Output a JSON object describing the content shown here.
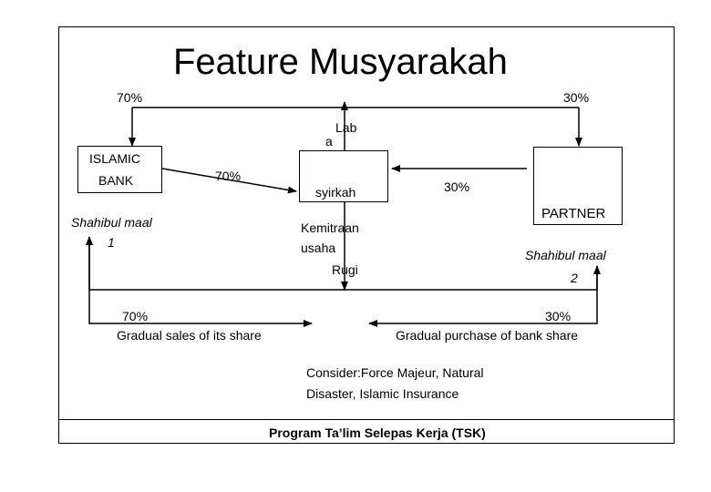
{
  "title": "Feature Musyarakah",
  "top_left_pct": "70%",
  "top_right_pct": "30%",
  "laba_1": "Lab",
  "laba_2": "a",
  "bank_line1": "ISLAMIC",
  "bank_line2": "BANK",
  "bank_contrib_pct": "70%",
  "center_box_label": "syirkah",
  "partner_contrib_pct": "30%",
  "partner_label": "PARTNER",
  "shahibul_maal_1_line1": "Shahibul maal",
  "shahibul_maal_1_line2": "1",
  "kemitraan_line1": "Kemitraan",
  "kemitraan_line2": "usaha",
  "rugi": "Rugi",
  "shahibul_maal_2_line1": "Shahibul maal",
  "shahibul_maal_2_line2": "2",
  "bottom_left_pct": "70%",
  "bottom_left_caption": "Gradual sales of its share",
  "bottom_right_pct": "30%",
  "bottom_right_caption": "Gradual purchase of bank share",
  "consider_line1": "Consider:Force Majeur, Natural",
  "consider_line2": "Disaster, Islamic Insurance",
  "footer": "Program Ta’lim Selepas Kerja (TSK)"
}
